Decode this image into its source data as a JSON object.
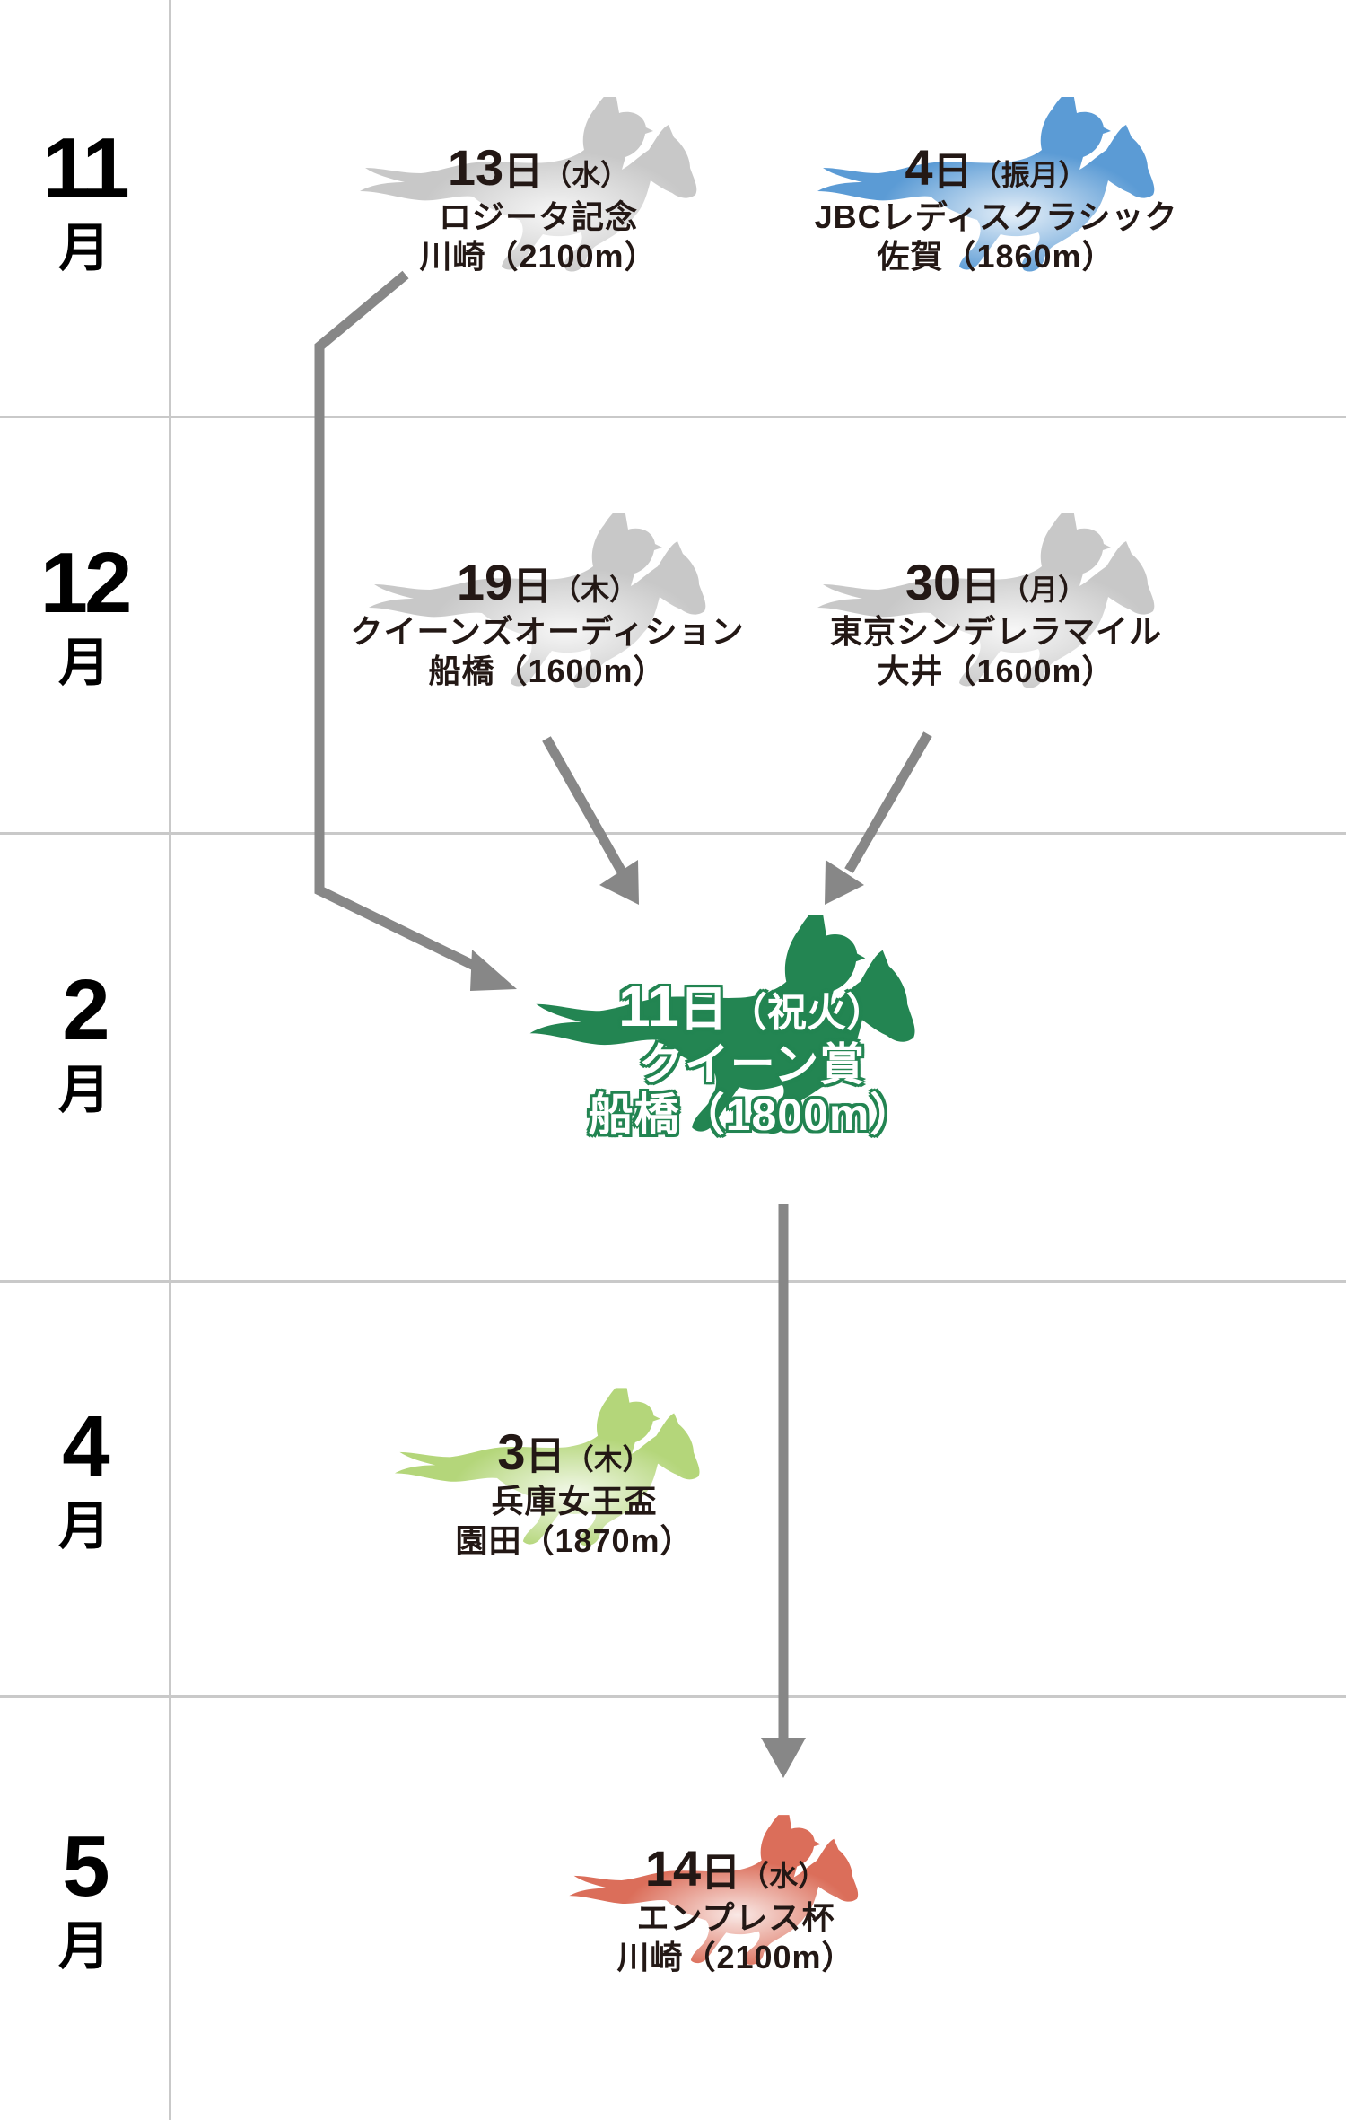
{
  "colors": {
    "grid_line": "#c9c9c9",
    "arrow": "#878787",
    "past_race": "#c8c8c8",
    "jbc": "#5b9bd5",
    "main_race": "#238552",
    "hyogo": "#b4d67a",
    "empress": "#db6e5a",
    "text": "#231815"
  },
  "months": [
    {
      "num": "11",
      "kanji": "月"
    },
    {
      "num": "12",
      "kanji": "月"
    },
    {
      "num": "2",
      "kanji": "月"
    },
    {
      "num": "4",
      "kanji": "月"
    },
    {
      "num": "5",
      "kanji": "月"
    }
  ],
  "events": {
    "logiter": {
      "day": "13",
      "day_suffix": "日",
      "weekday": "（水）",
      "name": "ロジータ記念",
      "venue": "川崎（2100m）",
      "color": "#c8c8c8"
    },
    "jbc": {
      "day": "4",
      "day_suffix": "日",
      "weekday": "（振月）",
      "name": "JBCレディスクラシック",
      "venue": "佐賀（1860m）",
      "color": "#5b9bd5"
    },
    "queens_audition": {
      "day": "19",
      "day_suffix": "日",
      "weekday": "（木）",
      "name": "クイーンズオーディション",
      "venue": "船橋（1600m）",
      "color": "#c8c8c8"
    },
    "tokyo_cinderella": {
      "day": "30",
      "day_suffix": "日",
      "weekday": "（月）",
      "name": "東京シンデレラマイル",
      "venue": "大井（1600m）",
      "color": "#c8c8c8"
    },
    "queen_sho": {
      "day": "11",
      "day_suffix": "日",
      "weekday": "（祝火）",
      "name": "クイーン賞",
      "venue": "船橋（1800m）",
      "color": "#238552"
    },
    "hyogo_joou": {
      "day": "3",
      "day_suffix": "日",
      "weekday": "（木）",
      "name": "兵庫女王盃",
      "venue": "園田（1870m）",
      "color": "#b4d67a"
    },
    "empress": {
      "day": "14",
      "day_suffix": "日",
      "weekday": "（水）",
      "name": "エンプレス杯",
      "venue": "川崎（2100m）",
      "color": "#db6e5a"
    }
  }
}
